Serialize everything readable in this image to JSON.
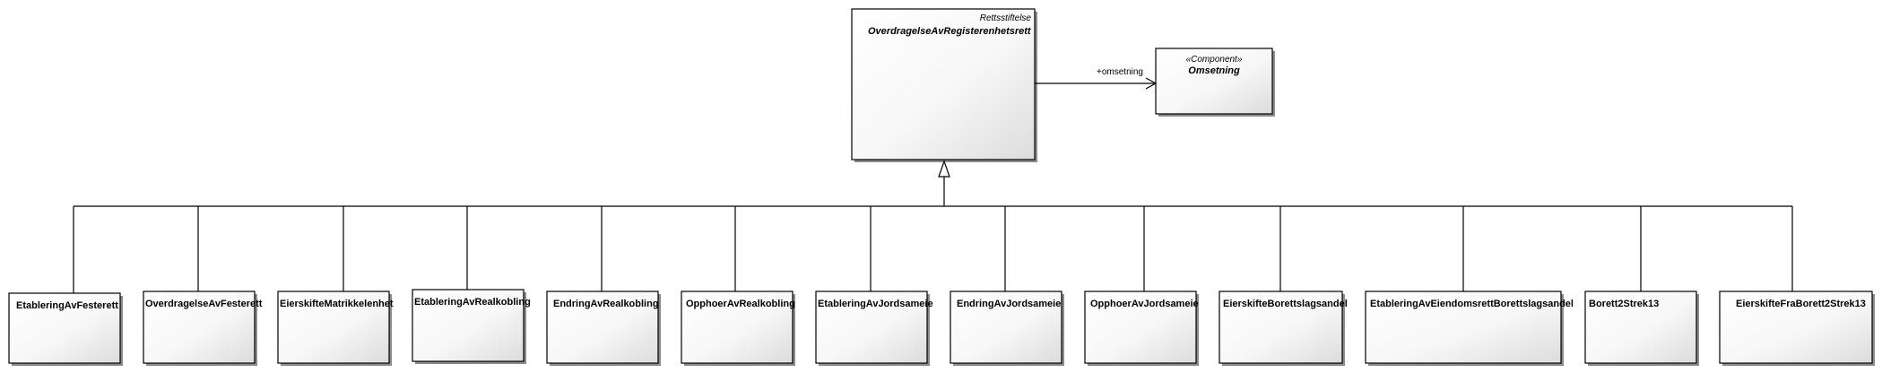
{
  "parent": {
    "stereotype": "Rettsstiftelse",
    "name": "OverdragelseAvRegisterenhetsrett"
  },
  "component": {
    "stereotype": "«Component»",
    "name": "Omsetning"
  },
  "association": {
    "role": "+omsetning"
  },
  "children": [
    "EtableringAvFesterett",
    "OverdragelseAvFesterett",
    "EierskifteMatrikkelenhet",
    "EtableringAvRealkobling",
    "EndringAvRealkobling",
    "OpphoerAvRealkobling",
    "EtableringAvJordsameie",
    "EndringAvJordsameie",
    "OpphoerAvJordsameie",
    "EierskifteBorettslagsandel",
    "EtableringAvEiendomsrettBorettslagsandel",
    "Borett2Strek13",
    "EierskifteFraBorett2Strek13"
  ]
}
